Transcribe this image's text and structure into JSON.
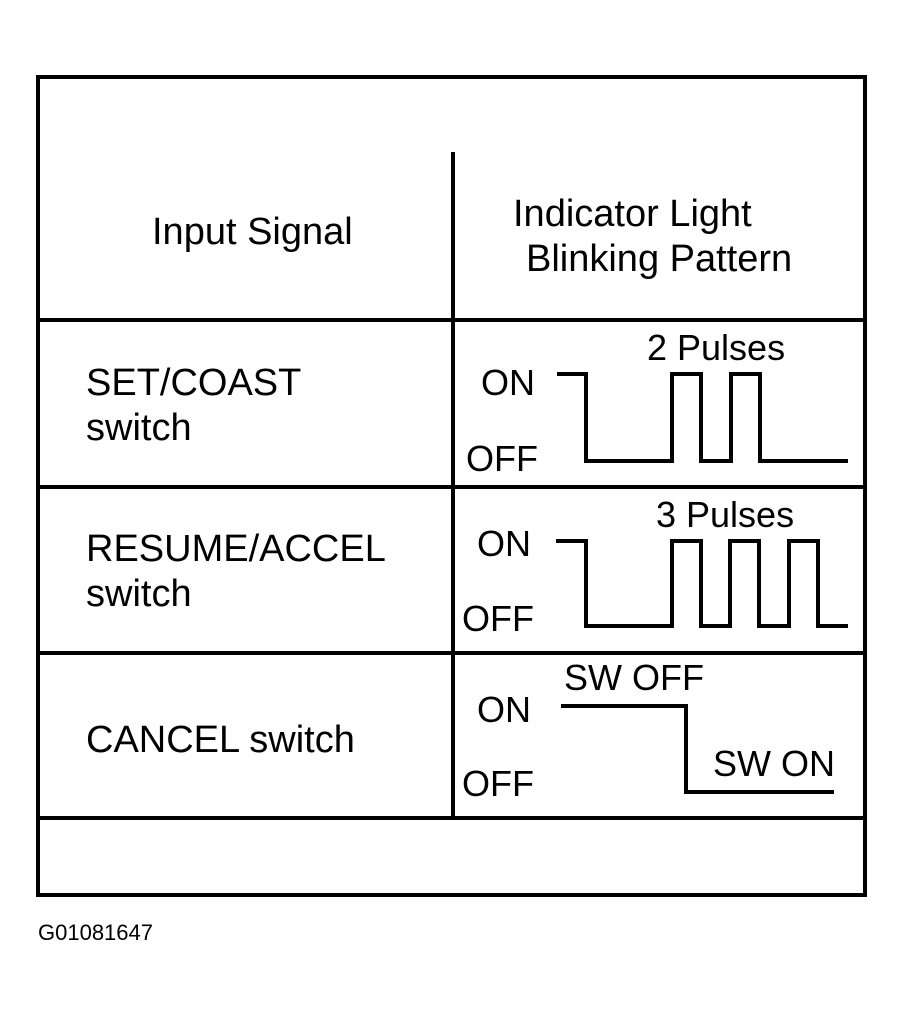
{
  "header": {
    "input_signal": "Input Signal",
    "pattern_line1": "Indicator Light",
    "pattern_line2": "Blinking Pattern"
  },
  "rows": [
    {
      "signal_line1": "SET/COAST",
      "signal_line2": "switch",
      "on_label": "ON",
      "off_label": "OFF",
      "annotation": "2 Pulses",
      "pulses": 2
    },
    {
      "signal_line1": "RESUME/ACCEL",
      "signal_line2": "switch",
      "on_label": "ON",
      "off_label": "OFF",
      "annotation": "3 Pulses",
      "pulses": 3
    },
    {
      "signal_line1": "CANCEL switch",
      "on_label": "ON",
      "off_label": "OFF",
      "sw_off_label": "SW OFF",
      "sw_on_label": "SW ON"
    }
  ],
  "figure_code": "G01081647"
}
